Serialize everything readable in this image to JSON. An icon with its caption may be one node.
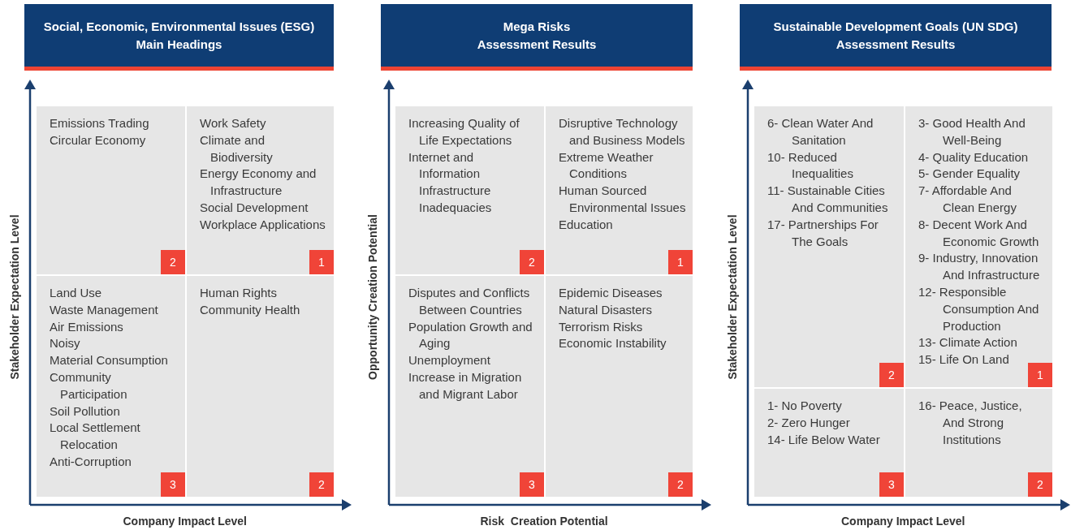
{
  "diagram": {
    "nodes": [
      {
        "text": [
          "Social, Economic, Environmental Issues (ESG)",
          "Main Headings"
        ]
      },
      {
        "text": [
          "Emissions Trading",
          "Circular Economy"
        ]
      },
      {
        "text": [
          "2"
        ],
        "in": 1
      },
      {
        "text": [
          "Work Safety",
          "Climate and Biodiversity",
          "Energy Economy and Infrastructure",
          "Social Development",
          "Workplace Applications"
        ]
      },
      {
        "text": [
          "1"
        ],
        "in": 3
      },
      {
        "text": [
          "Land Use",
          "Waste Management",
          "Air Emissions",
          "Noisy",
          "Material Consumption",
          "Community Participation",
          "Soil Pollution",
          "Local Settlement Relocation",
          "Anti-Corruption"
        ]
      },
      {
        "text": [
          "3"
        ],
        "in": 5
      },
      {
        "text": [
          "Human Rights",
          "Community Health"
        ]
      },
      {
        "text": [
          "2"
        ],
        "in": 7
      },
      {
        "text": [
          "Mega Risks",
          "Assessment Results"
        ]
      },
      {
        "text": [
          "Increasing Quality of Life Expectations",
          "Internet and Information Infrastructure Inadequacies"
        ]
      },
      {
        "text": [
          "2"
        ],
        "in": 10
      },
      {
        "text": [
          "Disruptive Technology and Business Models",
          "Extreme Weather Conditions",
          "Human Sourced Environmental Issues",
          "Education"
        ]
      },
      {
        "text": [
          "1"
        ],
        "in": 12
      },
      {
        "text": [
          "Disputes and Conflicts Between Countries",
          "Population Growth and Aging",
          "Unemployment",
          "Increase in Migration and Migrant Labor"
        ]
      },
      {
        "text": [
          "3"
        ],
        "in": 14
      },
      {
        "text": [
          "Epidemic Diseases",
          "Natural Disasters",
          "Terrorism Risks",
          "Economic Instability"
        ]
      },
      {
        "text": [
          "2"
        ],
        "in": 16
      },
      {
        "text": [
          "Sustainable Development Goals (UN SDG)",
          "Assessment Results"
        ]
      },
      {
        "text": [
          "6- Clean Water And Sanitation",
          "10- Reduced Inequalities",
          "11- Sustainable Cities And Communities",
          "17- Partnerships For The Goals"
        ]
      },
      {
        "text": [
          "2"
        ],
        "in": 19
      },
      {
        "text": [
          "3- Good Health And Well-Being",
          "4- Quality Education",
          "5- Gender Equality",
          "7- Affordable And Clean Energy",
          "8- Decent Work And Economic Growth",
          "9- Industry, Innovation And Infrastructure",
          "12- Responsible Consumption And Production",
          "13- Climate Action",
          "15- Life On Land"
        ]
      },
      {
        "text": [
          "1"
        ],
        "in": 21
      },
      {
        "text": [
          "1- No Poverty",
          "2- Zero Hunger",
          "14- Life Below Water"
        ]
      },
      {
        "text": [
          "3"
        ],
        "in": 23
      },
      {
        "text": [
          "16- Peace, Justice, And Strong Institutions"
        ]
      },
      {
        "text": [
          "2"
        ],
        "in": 25
      }
    ],
    "edges": [],
    "labels": [
      "Stakeholder Expectation Level",
      "Company Impact Level",
      "Opportunity Creation Potential",
      "Risk  Creation Potential",
      "Stakeholder Expectation Level",
      "Company Impact Level"
    ]
  }
}
